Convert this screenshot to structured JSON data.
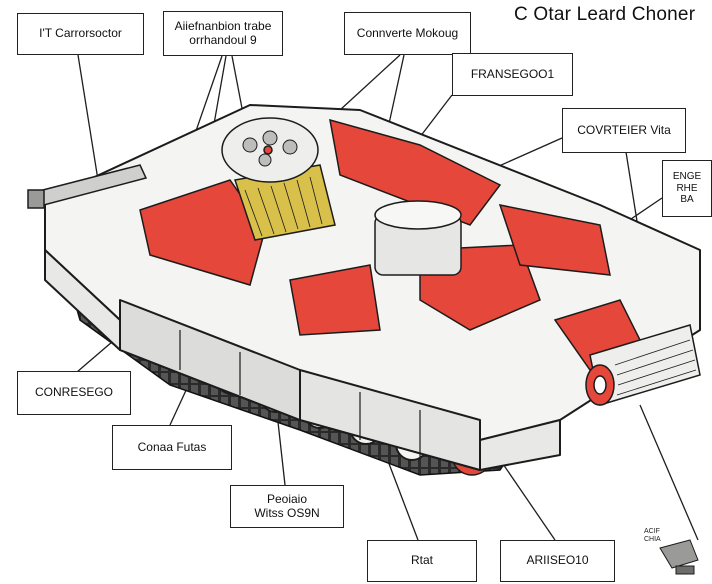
{
  "title": "C Otar Leard Choner",
  "callouts": {
    "tl": "I'T  Carrorsoctor",
    "top_mid": "Aiiefnanbion trabe\norrhandoul 9",
    "top_right": "Connverte Mokoug",
    "mid_right_1": "FRANSEGOO1",
    "mid_right_2": "COVRTEIER Vita",
    "far_right": "ENGE\nRHE\nBA",
    "left_mid": "CONRESEGO",
    "left_low": "Conaa  Futas",
    "bottom_mid": "Peoiaio\nWitss  OS9N",
    "bottom_1": "Rtat",
    "bottom_2": "ARIISEO10"
  },
  "maker_mark": "ACIF\nCHIA",
  "colors": {
    "accent_red": "#e5473a",
    "brass": "#d8c04a",
    "outline": "#1c1c1c",
    "hull": "#f4f4f2"
  }
}
